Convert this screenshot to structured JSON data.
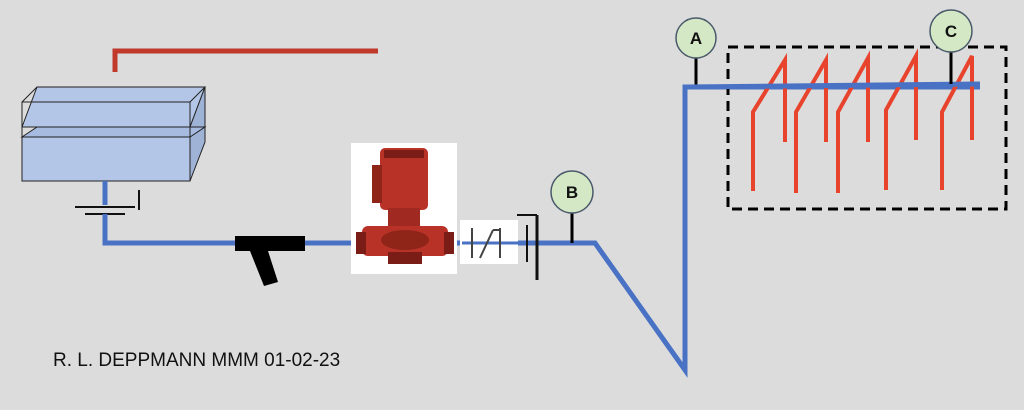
{
  "gauges": {
    "a": "A",
    "b": "B",
    "c": "C"
  },
  "credit": "R. L. DEPPMANN MMM 01-02-23",
  "colors": {
    "background": "#dcdcdc",
    "pipe": "#4a72c4",
    "return_line": "#c0392b",
    "sprinkler_lines": "#e8432c",
    "tank_water": "#b4c6e7",
    "gauge_fill": "#d4e8c6",
    "pump_red": "#b83228"
  },
  "icons": [
    "water-tank-icon",
    "strainer-icon",
    "pump-icon",
    "check-valve-icon",
    "gauge-icon",
    "sprinkler-zone-icon"
  ]
}
